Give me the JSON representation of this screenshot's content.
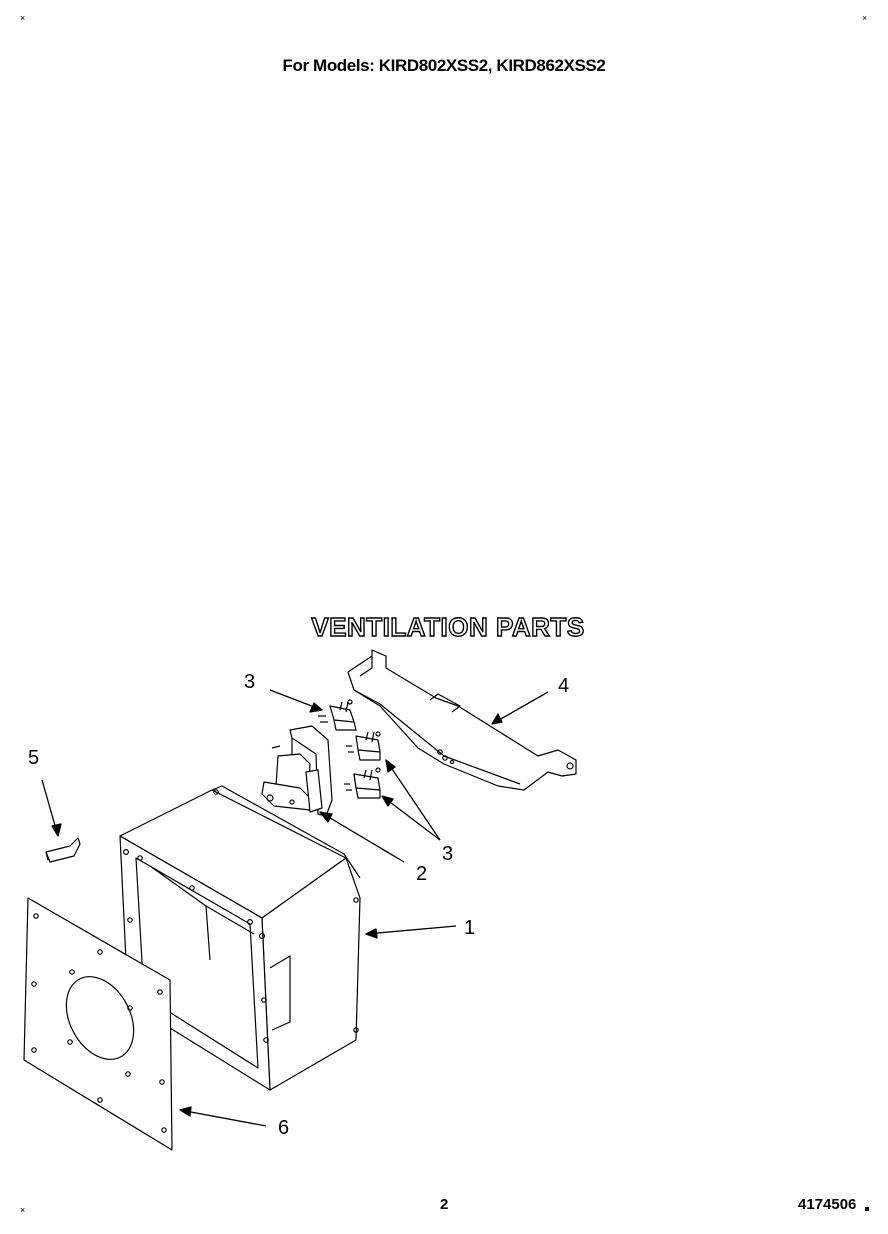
{
  "header": {
    "models": "For Models: KIRD802XSS2, KIRD862XSS2"
  },
  "title": "VENTILATION PARTS",
  "callouts": [
    "1",
    "2",
    "3",
    "3",
    "4",
    "5",
    "6"
  ],
  "footer": {
    "page": "2",
    "doc_number": "4174506"
  },
  "corner_marks": [
    "×",
    "×",
    "×"
  ]
}
